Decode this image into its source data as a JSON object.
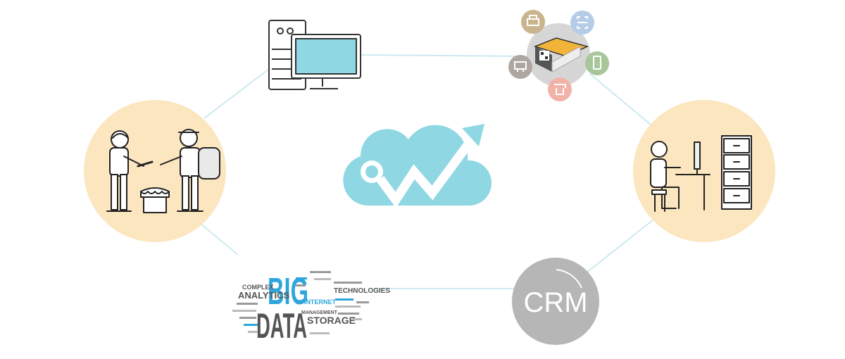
{
  "nodes": {
    "server": {
      "icon": "server-computer-icon"
    },
    "pos": {
      "icon": "pos-terminal-icon",
      "peripherals": [
        {
          "icon": "printer-icon",
          "color": "#C9B48E"
        },
        {
          "icon": "scanner-icon",
          "color": "#B5CCE8"
        },
        {
          "icon": "card-reader-icon",
          "color": "#A8C69A"
        },
        {
          "icon": "receipt-icon",
          "color": "#F2B2A8"
        },
        {
          "icon": "cash-drawer-icon",
          "color": "#AFA6A2"
        }
      ]
    },
    "transaction": {
      "icon": "customer-transaction-icon"
    },
    "office": {
      "icon": "office-worker-icon"
    },
    "bigdata": {
      "icon": "big-data-word-cloud",
      "big": "BIG",
      "data": "DATA",
      "analytics": "ANALYTICS",
      "storage": "STORAGE",
      "technologies": "TECHNOLOGIES",
      "complex": "COMPLEX",
      "internet": "INTERNET",
      "management": "MANAGEMENT"
    },
    "crm": {
      "label": "CRM"
    },
    "cloud": {
      "icon": "cloud-growth-icon"
    }
  },
  "colors": {
    "circle_fill": "#FCE6BF",
    "line": "#CDE9F0",
    "cloud": "#8FD7E3",
    "crm_bg": "#B6B6B6",
    "monitor": "#8FD7E3",
    "word_blue": "#2EA6DC",
    "word_dark": "#555555"
  }
}
